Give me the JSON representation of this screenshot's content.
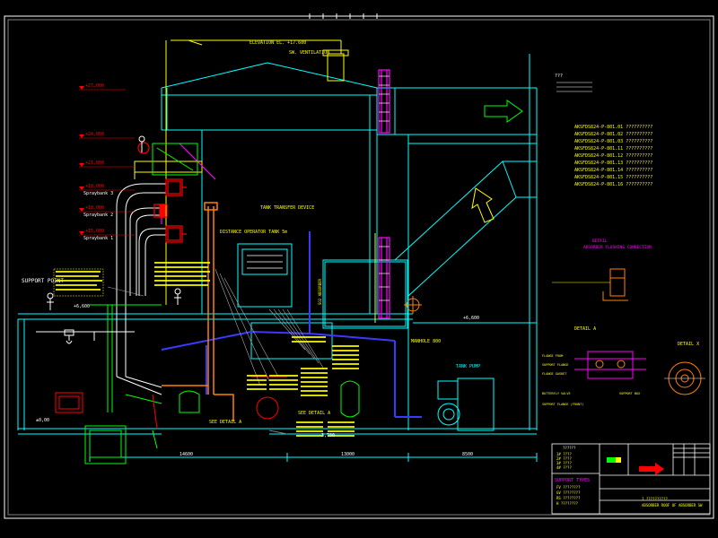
{
  "drawing": {
    "background": "#000000",
    "colors": {
      "frame": "#ffffff",
      "structure": "#00ffff",
      "magenta": "#ff00ff",
      "yellow": "#ffff00",
      "red": "#ff0000",
      "green": "#00ff00",
      "blue": "#4040ff",
      "orange": "#ff8000",
      "pipe_white": "#ffffff"
    },
    "header": {
      "top_label": "ELEVATION EL. +17.600",
      "ventilation_label": "SW. VENTILATION"
    },
    "elevations": [
      {
        "label": "+27,000"
      },
      {
        "label": "+24,000"
      },
      {
        "label": "+21,000"
      },
      {
        "label": "+18,000"
      },
      {
        "label": "+18,000"
      },
      {
        "label": "+15,000"
      }
    ],
    "spray_banks": [
      "Spraybank 3",
      "Spraybank 2",
      "Spraybank 1"
    ],
    "support_label": "SUPPORT POINT",
    "left_deck_level": "+6,600",
    "right_deck_level": "+6,600",
    "ground_level": "±0,00",
    "pit_level": "-3,700",
    "center_labels": {
      "distance_tank": "DISTANCE OPERATOR TANK 5m",
      "tank_ref": "TANK\nTRANSFER DEVICE",
      "absorber": "SO2 ABSORBER",
      "manhole": "MANHOLE 800",
      "see_detail_a1": "SEE DETAIL A",
      "see_detail_a2": "SEE DETAIL A",
      "pump_label": "TANK PUMP"
    },
    "dimensions": {
      "bottom_left": "14600",
      "bottom_mid": "13000",
      "bottom_right": "8500"
    },
    "legend": {
      "title": "???",
      "items": [
        "AKSFDS824-P-801.01  ??????????",
        "AKSFDS824-P-801.02  ??????????",
        "AKSFDS824-P-801.03  ??????????",
        "AKSFDS824-P-801.11  ??????????",
        "AKSFDS824-P-801.12  ??????????",
        "AKSFDS824-P-801.13  ??????????",
        "AKSFDS824-P-801.14  ??????????",
        "AKSFDS824-P-801.15  ??????????",
        "AKSFDS824-P-801.16  ??????????"
      ]
    },
    "details": {
      "detail_label": "DETAIL",
      "flushing_title": "ABSORBER FLUSHING CONNECTION",
      "detail_a": "DETAIL A",
      "detail_x": "DETAIL X",
      "notes": [
        "FLANGE FROM",
        "SUPPORT FLANGE",
        "FLANGE GASKET",
        "BUTTERFLY VALVE",
        "SUPPORT FLANGE (FRONT)",
        "SUPPORT BOX"
      ]
    },
    "title_block": {
      "legend_head": "??????",
      "legend_items": [
        "1# ????",
        "2# ????",
        "3# ????",
        "4# ????"
      ],
      "support_types": "SUPPORT TYPES",
      "support_items": [
        "FV ????????",
        "GV ????????",
        "RS ????????",
        "H  ????????"
      ],
      "drawing_title": "ABSORBER ROOF OF ABSORBER SW",
      "drawing_sub": "1 ??????????"
    }
  }
}
